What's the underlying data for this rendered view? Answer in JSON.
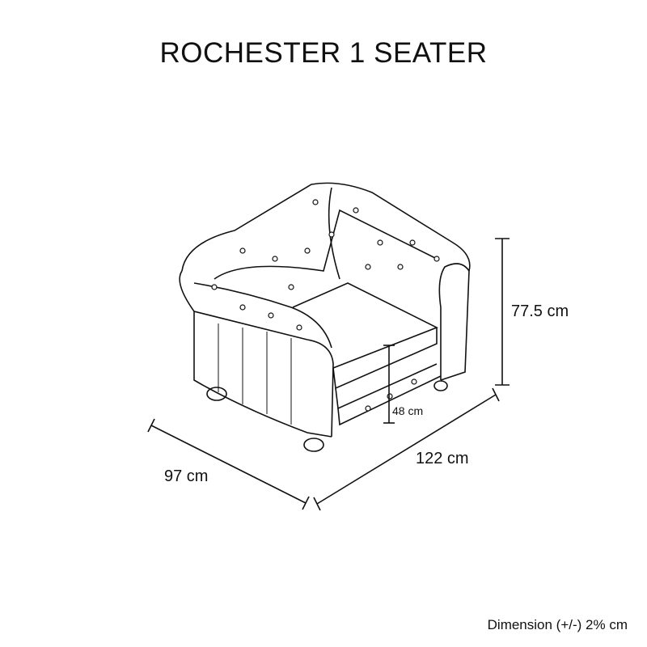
{
  "title": "ROCHESTER 1 SEATER",
  "dimensions": {
    "height": "77.5 cm",
    "seat_height": "48 cm",
    "width": "122 cm",
    "depth": "97 cm"
  },
  "footer": "Dimension (+/-) 2% cm"
}
